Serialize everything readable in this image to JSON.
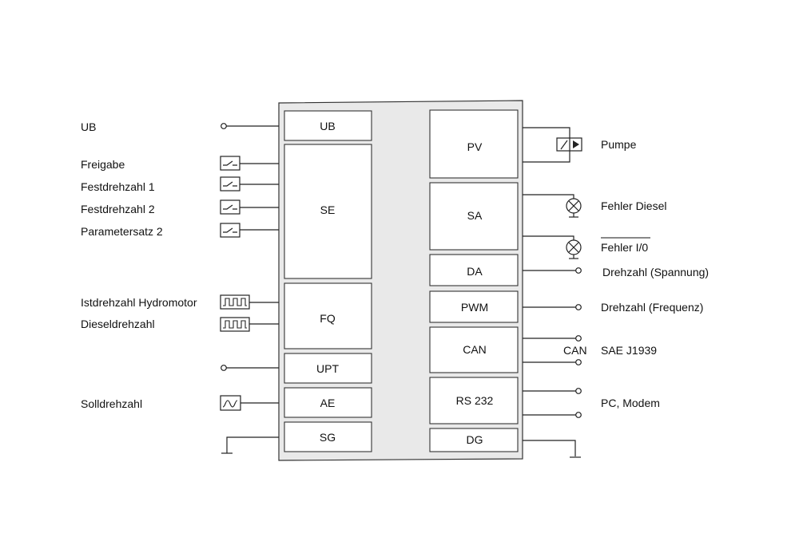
{
  "left_labels": {
    "ub": "UB",
    "freigabe": "Freigabe",
    "fest1": "Festdrehzahl 1",
    "fest2": "Festdrehzahl 2",
    "param2": "Parametersatz 2",
    "ist": "Istdrehzahl Hydromotor",
    "diesel": "Dieseldrehzahl",
    "soll": "Solldrehzahl"
  },
  "right_labels": {
    "pumpe": "Pumpe",
    "fehler_diesel": "Fehler Diesel",
    "fehler_io": "Fehler I/0",
    "drehzahl_spannung": "Drehzahl (Spannung)",
    "drehzahl_frequenz": "Drehzahl (Frequenz)",
    "can": "CAN",
    "sae": "SAE J1939",
    "pc": "PC, Modem"
  },
  "blocks": {
    "ub": "UB",
    "se": "SE",
    "fq": "FQ",
    "upt": "UPT",
    "ae": "AE",
    "sg": "SG",
    "pv": "PV",
    "sa": "SA",
    "da": "DA",
    "pwm": "PWM",
    "can": "CAN",
    "rs232": "RS 232",
    "dg": "DG"
  }
}
